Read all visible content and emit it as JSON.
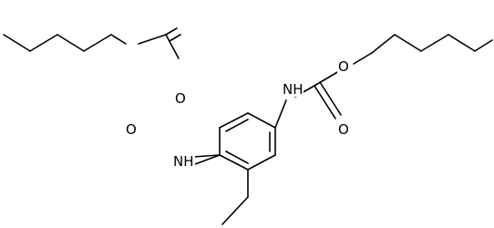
{
  "molecule": {
    "atom_labels": {
      "o1": "O",
      "o2": "O",
      "n1": "NH",
      "n2": "NH",
      "o3": "O",
      "o4": "O"
    }
  }
}
